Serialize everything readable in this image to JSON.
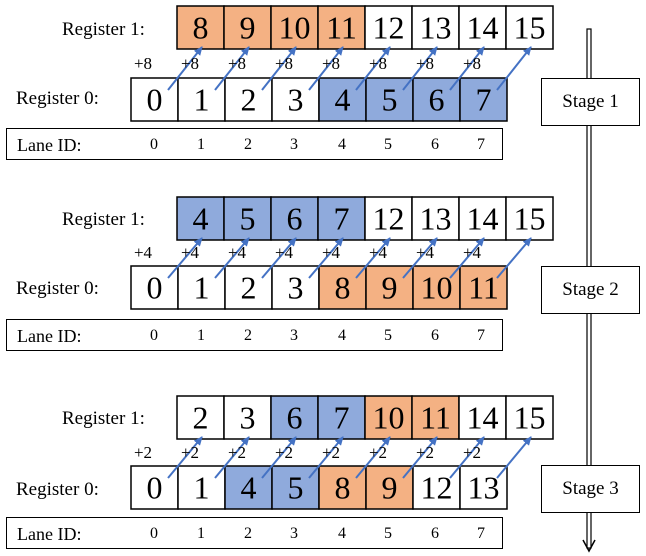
{
  "labels": {
    "register_1": "Register 1:",
    "register_0": "Register 0:",
    "lane_id": "Lane ID:"
  },
  "lane_ids": [
    "0",
    "1",
    "2",
    "3",
    "4",
    "5",
    "6",
    "7"
  ],
  "colors": {
    "orange": "#f4b183",
    "blue": "#8faadc",
    "arrow": "#4472c4",
    "white": "#ffffff",
    "border": "#000000"
  },
  "stages": [
    {
      "name": "Stage 1",
      "offset_label": "+8",
      "register_1": [
        {
          "v": "8",
          "c": "orange"
        },
        {
          "v": "9",
          "c": "orange"
        },
        {
          "v": "10",
          "c": "orange"
        },
        {
          "v": "11",
          "c": "orange"
        },
        {
          "v": "12",
          "c": "white"
        },
        {
          "v": "13",
          "c": "white"
        },
        {
          "v": "14",
          "c": "white"
        },
        {
          "v": "15",
          "c": "white"
        }
      ],
      "register_0": [
        {
          "v": "0",
          "c": "white"
        },
        {
          "v": "1",
          "c": "white"
        },
        {
          "v": "2",
          "c": "white"
        },
        {
          "v": "3",
          "c": "white"
        },
        {
          "v": "4",
          "c": "blue"
        },
        {
          "v": "5",
          "c": "blue"
        },
        {
          "v": "6",
          "c": "blue"
        },
        {
          "v": "7",
          "c": "blue"
        }
      ]
    },
    {
      "name": "Stage 2",
      "offset_label": "+4",
      "register_1": [
        {
          "v": "4",
          "c": "blue"
        },
        {
          "v": "5",
          "c": "blue"
        },
        {
          "v": "6",
          "c": "blue"
        },
        {
          "v": "7",
          "c": "blue"
        },
        {
          "v": "12",
          "c": "white"
        },
        {
          "v": "13",
          "c": "white"
        },
        {
          "v": "14",
          "c": "white"
        },
        {
          "v": "15",
          "c": "white"
        }
      ],
      "register_0": [
        {
          "v": "0",
          "c": "white"
        },
        {
          "v": "1",
          "c": "white"
        },
        {
          "v": "2",
          "c": "white"
        },
        {
          "v": "3",
          "c": "white"
        },
        {
          "v": "8",
          "c": "orange"
        },
        {
          "v": "9",
          "c": "orange"
        },
        {
          "v": "10",
          "c": "orange"
        },
        {
          "v": "11",
          "c": "orange"
        }
      ]
    },
    {
      "name": "Stage 3",
      "offset_label": "+2",
      "register_1": [
        {
          "v": "2",
          "c": "white"
        },
        {
          "v": "3",
          "c": "white"
        },
        {
          "v": "6",
          "c": "blue"
        },
        {
          "v": "7",
          "c": "blue"
        },
        {
          "v": "10",
          "c": "orange"
        },
        {
          "v": "11",
          "c": "orange"
        },
        {
          "v": "14",
          "c": "white"
        },
        {
          "v": "15",
          "c": "white"
        }
      ],
      "register_0": [
        {
          "v": "0",
          "c": "white"
        },
        {
          "v": "1",
          "c": "white"
        },
        {
          "v": "4",
          "c": "blue"
        },
        {
          "v": "5",
          "c": "blue"
        },
        {
          "v": "8",
          "c": "orange"
        },
        {
          "v": "9",
          "c": "orange"
        },
        {
          "v": "12",
          "c": "white"
        },
        {
          "v": "13",
          "c": "white"
        }
      ]
    }
  ]
}
